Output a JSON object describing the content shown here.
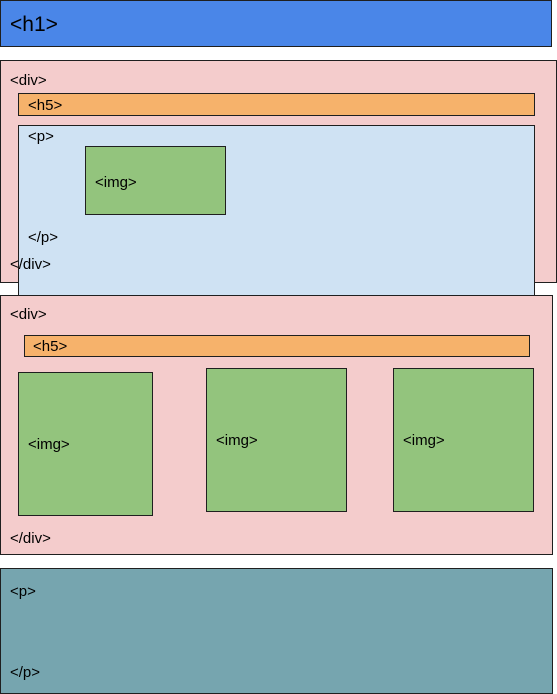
{
  "h1_block": {
    "label": "<h1>"
  },
  "div_block_1": {
    "open_label": "<div>",
    "close_label": "</div>",
    "h5_label": "<h5>",
    "p_block": {
      "open_label": "<p>",
      "close_label": "</p>",
      "img_label": "<img>"
    }
  },
  "div_block_2": {
    "open_label": "<div>",
    "close_label": "</div>",
    "h5_label": "<h5>",
    "images": [
      {
        "label": "<img>"
      },
      {
        "label": "<img>"
      },
      {
        "label": "<img>"
      }
    ]
  },
  "p_block": {
    "open_label": "<p>",
    "close_label": "</p>"
  },
  "colors": {
    "h1": "#4a86e8",
    "div": "#f4cccc",
    "h5": "#f6b26b",
    "p_inner": "#cfe2f3",
    "img": "#93c47d",
    "p_outer": "#76a5af"
  }
}
